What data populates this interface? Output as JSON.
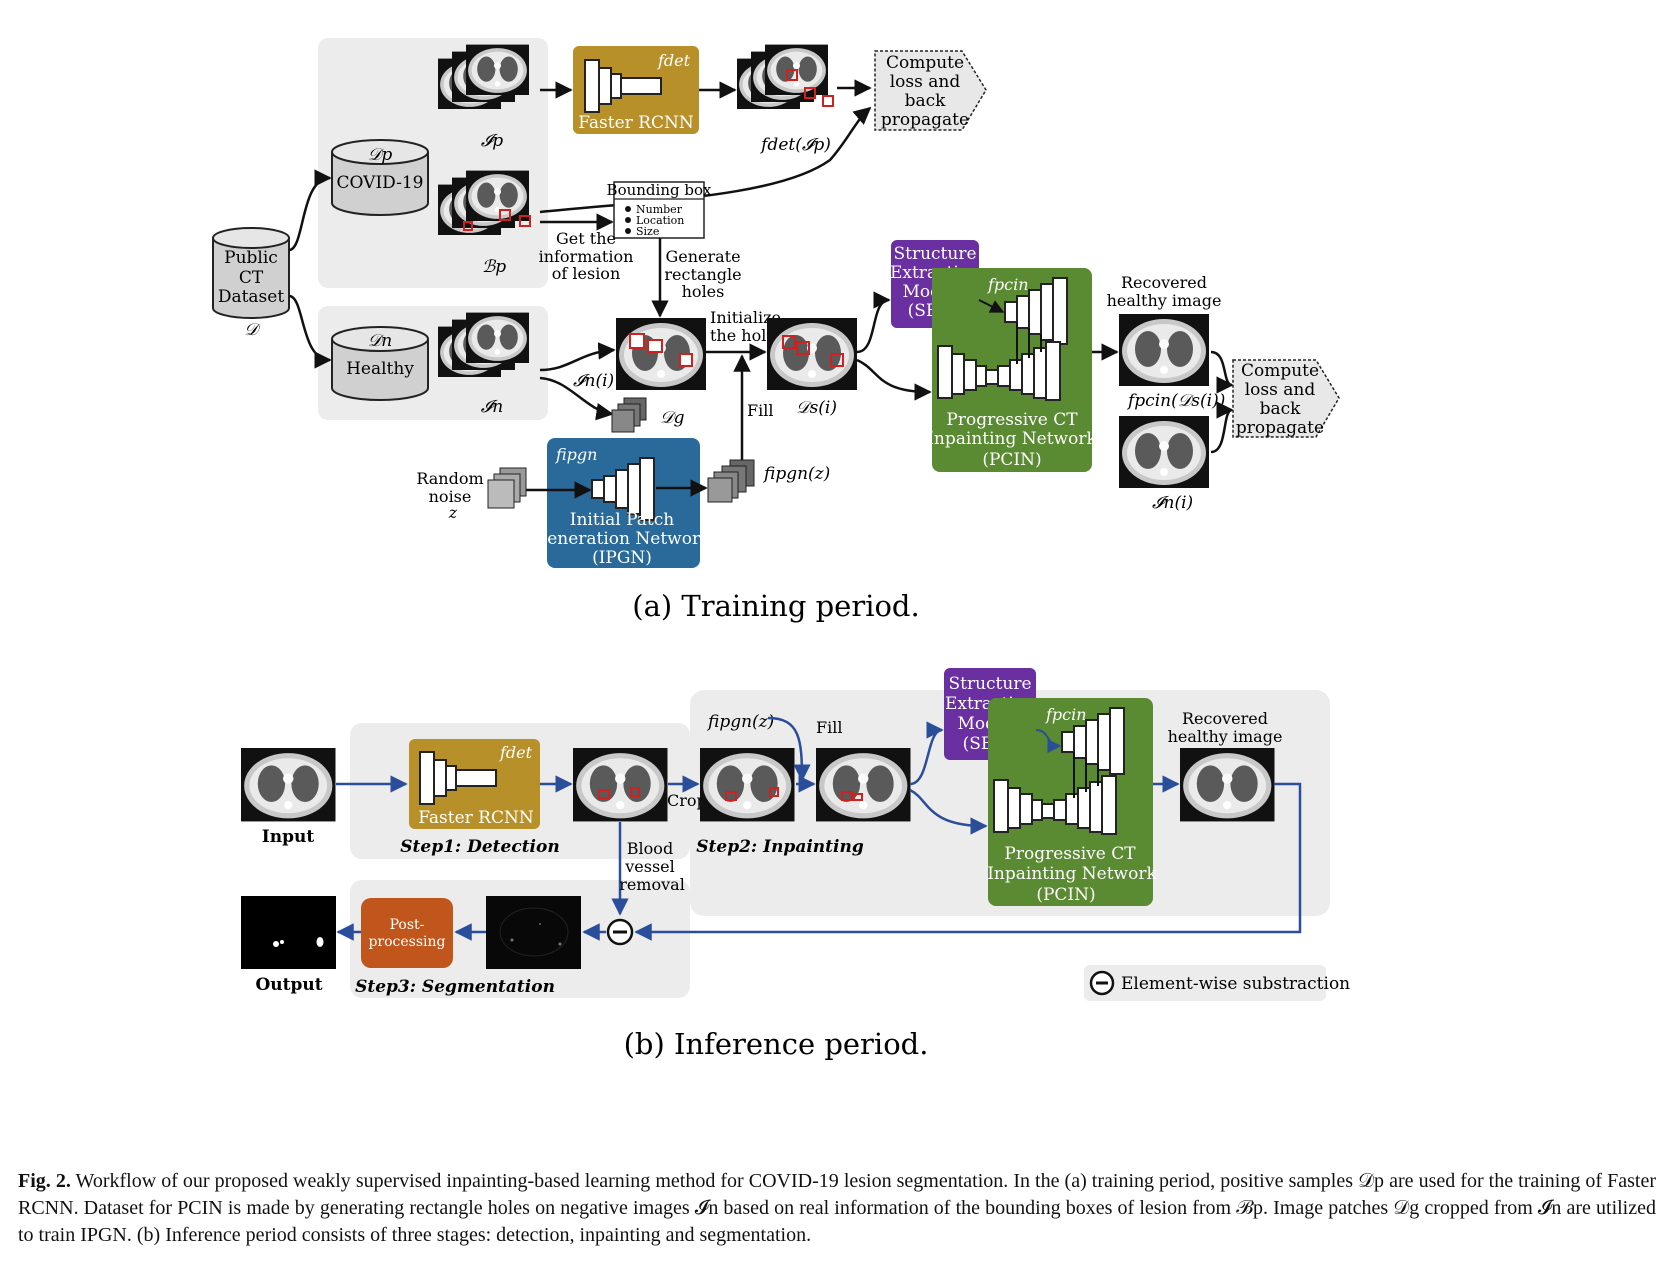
{
  "training": {
    "public_dataset": [
      "Public",
      "CT",
      "Dataset"
    ],
    "public_dataset_symbol": "𝒟",
    "dp_symbol": "𝒟p",
    "covid_label": "COVID-19",
    "dn_symbol": "𝒟n",
    "healthy_label": "Healthy",
    "ip_symbol": "𝓘p",
    "bp_symbol": "ℬp",
    "in_symbol": "𝓘n",
    "fdet_symbol": "fdet",
    "faster_rcnn": "Faster RCNN",
    "fdet_ip": "fdet(𝓘p)",
    "compute_loss": [
      "Compute",
      "loss and",
      "back",
      "propagate"
    ],
    "bbox_title": "Bounding box",
    "bbox_items": [
      "Number",
      "Location",
      "Size"
    ],
    "get_info": [
      "Get the",
      "information",
      "of lesion"
    ],
    "generate_holes": [
      "Generate",
      "rectangle",
      "holes"
    ],
    "initialize_holes": [
      "Initialize",
      "the holes"
    ],
    "in_i": "𝓘n(i)",
    "dg_symbol": "𝒟g",
    "fill": "Fill",
    "ds_i": "𝒟s(i)",
    "sem": [
      "Structure",
      "Extraction",
      "Module",
      "(SEM)"
    ],
    "fpcin_symbol": "fpcin",
    "pcin": [
      "Progressive CT",
      "Inpainting Network",
      "(PCIN)"
    ],
    "recovered": [
      "Recovered",
      "healthy image"
    ],
    "fpcin_ds": "fpcin(𝒟s(i))",
    "in_i_bottom": "𝓘n(i)",
    "fipgn_symbol": "fipgn",
    "ipgn": [
      "Initial Patch",
      "Generation Network",
      "(IPGN)"
    ],
    "fipgn_z": "fipgn(z)",
    "random_noise": [
      "Random",
      "noise",
      "z"
    ],
    "subcaption": "(a)  Training period."
  },
  "inference": {
    "input_label": "Input",
    "fdet_symbol": "fdet",
    "faster_rcnn": "Faster RCNN",
    "step1": "Step1: Detection",
    "crop": "Crop",
    "fipgn_z": "fipgn(z)",
    "fill": "Fill",
    "step2": "Step2: Inpainting",
    "sem": [
      "Structure",
      "Extraction",
      "Module",
      "(SEM)"
    ],
    "fpcin_symbol": "fpcin",
    "pcin": [
      "Progressive CT",
      "Inpainting Network",
      "(PCIN)"
    ],
    "recovered": [
      "Recovered",
      "healthy image"
    ],
    "blood_vessel": [
      "Blood",
      "vessel",
      "removal"
    ],
    "post_processing": [
      "Post-",
      "processing"
    ],
    "step3": "Step3: Segmentation",
    "output_label": "Output",
    "legend": "Element-wise substraction",
    "subcaption": "(b)  Inference period."
  },
  "caption": {
    "label": "Fig. 2.",
    "text": "Workflow of our proposed weakly supervised inpainting-based learning method for COVID-19 lesion segmentation. In the (a) training period, positive samples 𝒟p are used for the training of Faster RCNN. Dataset for PCIN is made by generating rectangle holes on negative images 𝓘n based on real information of the bounding boxes of lesion from ℬp. Image patches 𝒟g cropped from 𝓘n are utilized to train IPGN. (b) Inference period consists of three stages: detection, inpainting and segmentation."
  },
  "colors": {
    "faster_rcnn": "#b8902a",
    "sem": "#6a2fa0",
    "pcin": "#5a8a32",
    "ipgn": "#2a6a9a",
    "post": "#c0561c",
    "arrow_blue": "#2a4e9a",
    "panel": "#ececec"
  }
}
